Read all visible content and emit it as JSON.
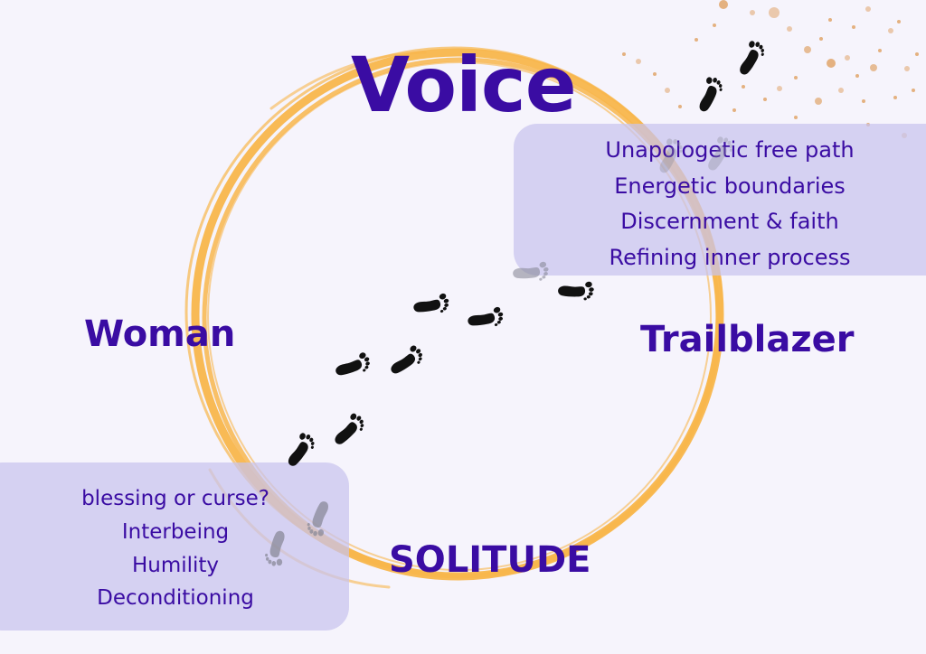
{
  "diagram": {
    "title": "Voice",
    "labels": {
      "left": "Woman",
      "right": "Trailblazer",
      "bottom": "SOLITUDE"
    },
    "top_panel_lines": [
      "Unapologetic free path",
      "Energetic boundaries",
      "Discernment & faith",
      "Refining inner process"
    ],
    "bottom_panel_lines": [
      "blessing or curse?",
      "Interbeing",
      "Humility",
      "Deconditioning"
    ],
    "icons": {
      "ring": "orange-brush-ring",
      "footprints": "footprint-icon",
      "splatter": "paint-splatter"
    },
    "colors": {
      "text": "#3a0ca3",
      "ring": "#f8b64c",
      "panel": "#c8c3ee",
      "footprint": "#111111",
      "footprint_faded": "#8a8a99",
      "splatter": "#e0a46a",
      "background": "#f6f4fc"
    }
  }
}
